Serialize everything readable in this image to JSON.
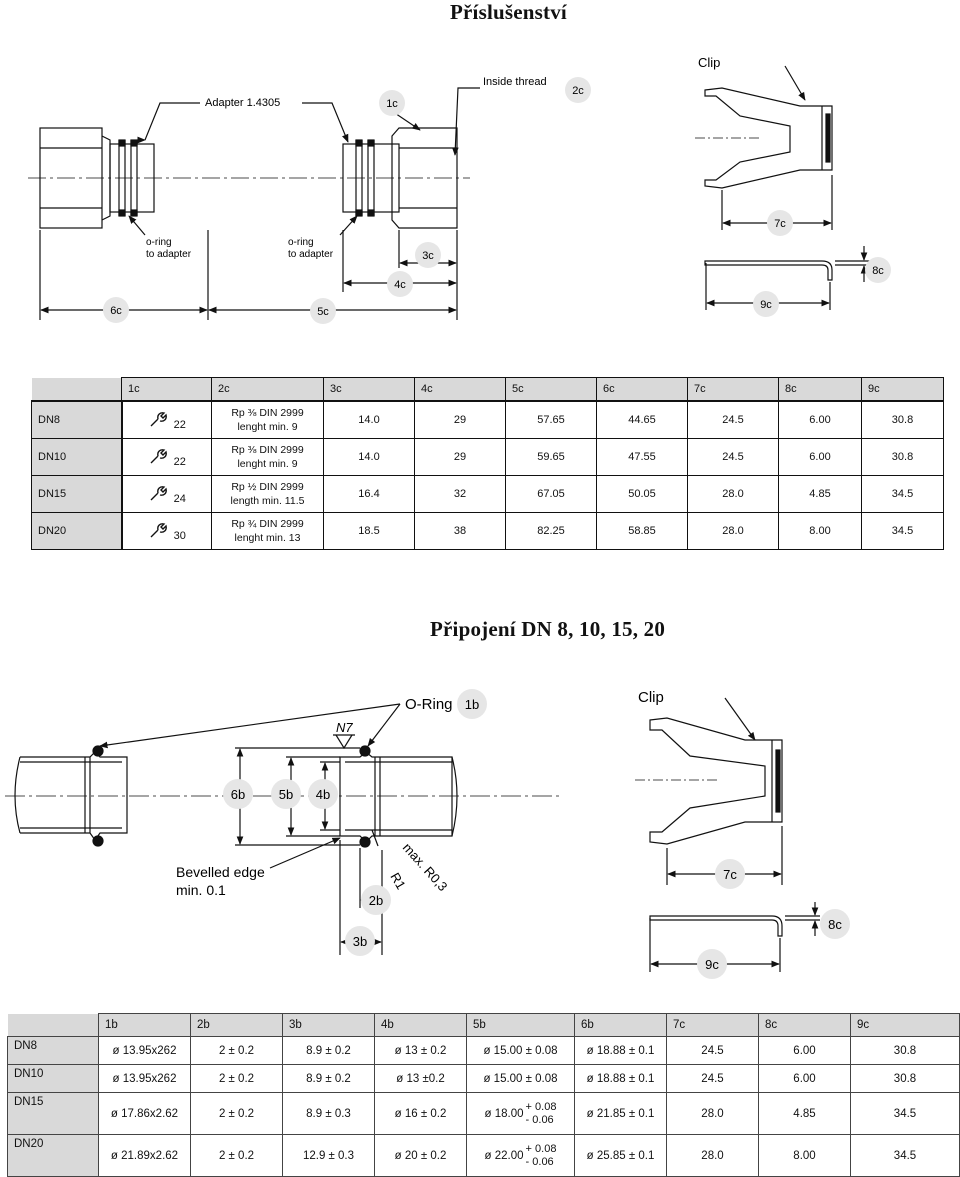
{
  "titles": {
    "accessories": "Příslušenství",
    "connection": "Připojení DN 8, 10, 15, 20"
  },
  "drawing1": {
    "adapter_label": "Adapter 1.4305",
    "inside_thread": "Inside thread",
    "clip": "Clip",
    "oring_left": [
      "o-ring",
      "to adapter"
    ],
    "oring_right": [
      "o-ring",
      "to adapter"
    ],
    "tags": {
      "1c": "1c",
      "2c": "2c",
      "3c": "3c",
      "4c": "4c",
      "5c": "5c",
      "6c": "6c",
      "7c": "7c",
      "8c": "8c",
      "9c": "9c"
    }
  },
  "table1": {
    "headers": [
      "1c",
      "2c",
      "3c",
      "4c",
      "5c",
      "6c",
      "7c",
      "8c",
      "9c"
    ],
    "rows": [
      {
        "dn": "DN8",
        "c1": "22",
        "c2a": "Rp ⅜ DIN 2999",
        "c2b": "lenght min. 9",
        "c3": "14.0",
        "c4": "29",
        "c5": "57.65",
        "c6": "44.65",
        "c7": "24.5",
        "c8": "6.00",
        "c9": "30.8"
      },
      {
        "dn": "DN10",
        "c1": "22",
        "c2a": "Rp ⅜ DIN 2999",
        "c2b": "lenght min. 9",
        "c3": "14.0",
        "c4": "29",
        "c5": "59.65",
        "c6": "47.55",
        "c7": "24.5",
        "c8": "6.00",
        "c9": "30.8"
      },
      {
        "dn": "DN15",
        "c1": "24",
        "c2a": "Rp ½ DIN 2999",
        "c2b": "length min. 11.5",
        "c3": "16.4",
        "c4": "32",
        "c5": "67.05",
        "c6": "50.05",
        "c7": "28.0",
        "c8": "4.85",
        "c9": "34.5"
      },
      {
        "dn": "DN20",
        "c1": "30",
        "c2a": "Rp ¾ DIN 2999",
        "c2b": "lenght min. 13",
        "c3": "18.5",
        "c4": "38",
        "c5": "82.25",
        "c6": "58.85",
        "c7": "28.0",
        "c8": "8.00",
        "c9": "34.5"
      }
    ],
    "wrench_icon": "open-wrench-icon"
  },
  "drawing2": {
    "oring": "O-Ring",
    "clip": "Clip",
    "n7": "N7",
    "bevelled": [
      "Bevelled edge",
      "min. 0.1"
    ],
    "max_r": "max. R0,3",
    "r1": "R1",
    "tags": {
      "1b": "1b",
      "2b": "2b",
      "3b": "3b",
      "4b": "4b",
      "5b": "5b",
      "6b": "6b",
      "7c": "7c",
      "8c": "8c",
      "9c": "9c"
    }
  },
  "table2": {
    "headers": [
      "1b",
      "2b",
      "3b",
      "4b",
      "5b",
      "6b",
      "7c",
      "8c",
      "9c"
    ],
    "rows": [
      {
        "dn": "DN8",
        "b1": "ø 13.95x262",
        "b2": "2 ± 0.2",
        "b3": "8.9 ± 0.2",
        "b4": "ø 13 ± 0.2",
        "b5": "ø 15.00 ± 0.08",
        "b5_tol": false,
        "b6": "ø 18.88 ± 0.1",
        "c7": "24.5",
        "c8": "6.00",
        "c9": "30.8"
      },
      {
        "dn": "DN10",
        "b1": "ø 13.95x262",
        "b2": "2 ± 0.2",
        "b3": "8.9 ± 0.2",
        "b4": "ø 13 ±0.2",
        "b5": "ø 15.00 ± 0.08",
        "b5_tol": false,
        "b6": "ø 18.88 ± 0.1",
        "c7": "24.5",
        "c8": "6.00",
        "c9": "30.8"
      },
      {
        "dn": "DN15",
        "b1": "ø 17.86x2.62",
        "b2": "2 ± 0.2",
        "b3": "8.9 ± 0.3",
        "b4": "ø 16 ± 0.2",
        "b5": "ø 18.00",
        "b5_up": "+ 0.08",
        "b5_lo": "- 0.06",
        "b6": "ø 21.85 ± 0.1",
        "c7": "28.0",
        "c8": "4.85",
        "c9": "34.5"
      },
      {
        "dn": "DN20",
        "b1": "ø 21.89x2.62",
        "b2": "2 ± 0.2",
        "b3": "12.9 ± 0.3",
        "b4": "ø 20 ± 0.2",
        "b5": "ø 22.00",
        "b5_up": "+ 0.08",
        "b5_lo": "- 0.06",
        "b6": "ø 25.85 ± 0.1",
        "c7": "28.0",
        "c8": "8.00",
        "c9": "34.5"
      }
    ]
  }
}
